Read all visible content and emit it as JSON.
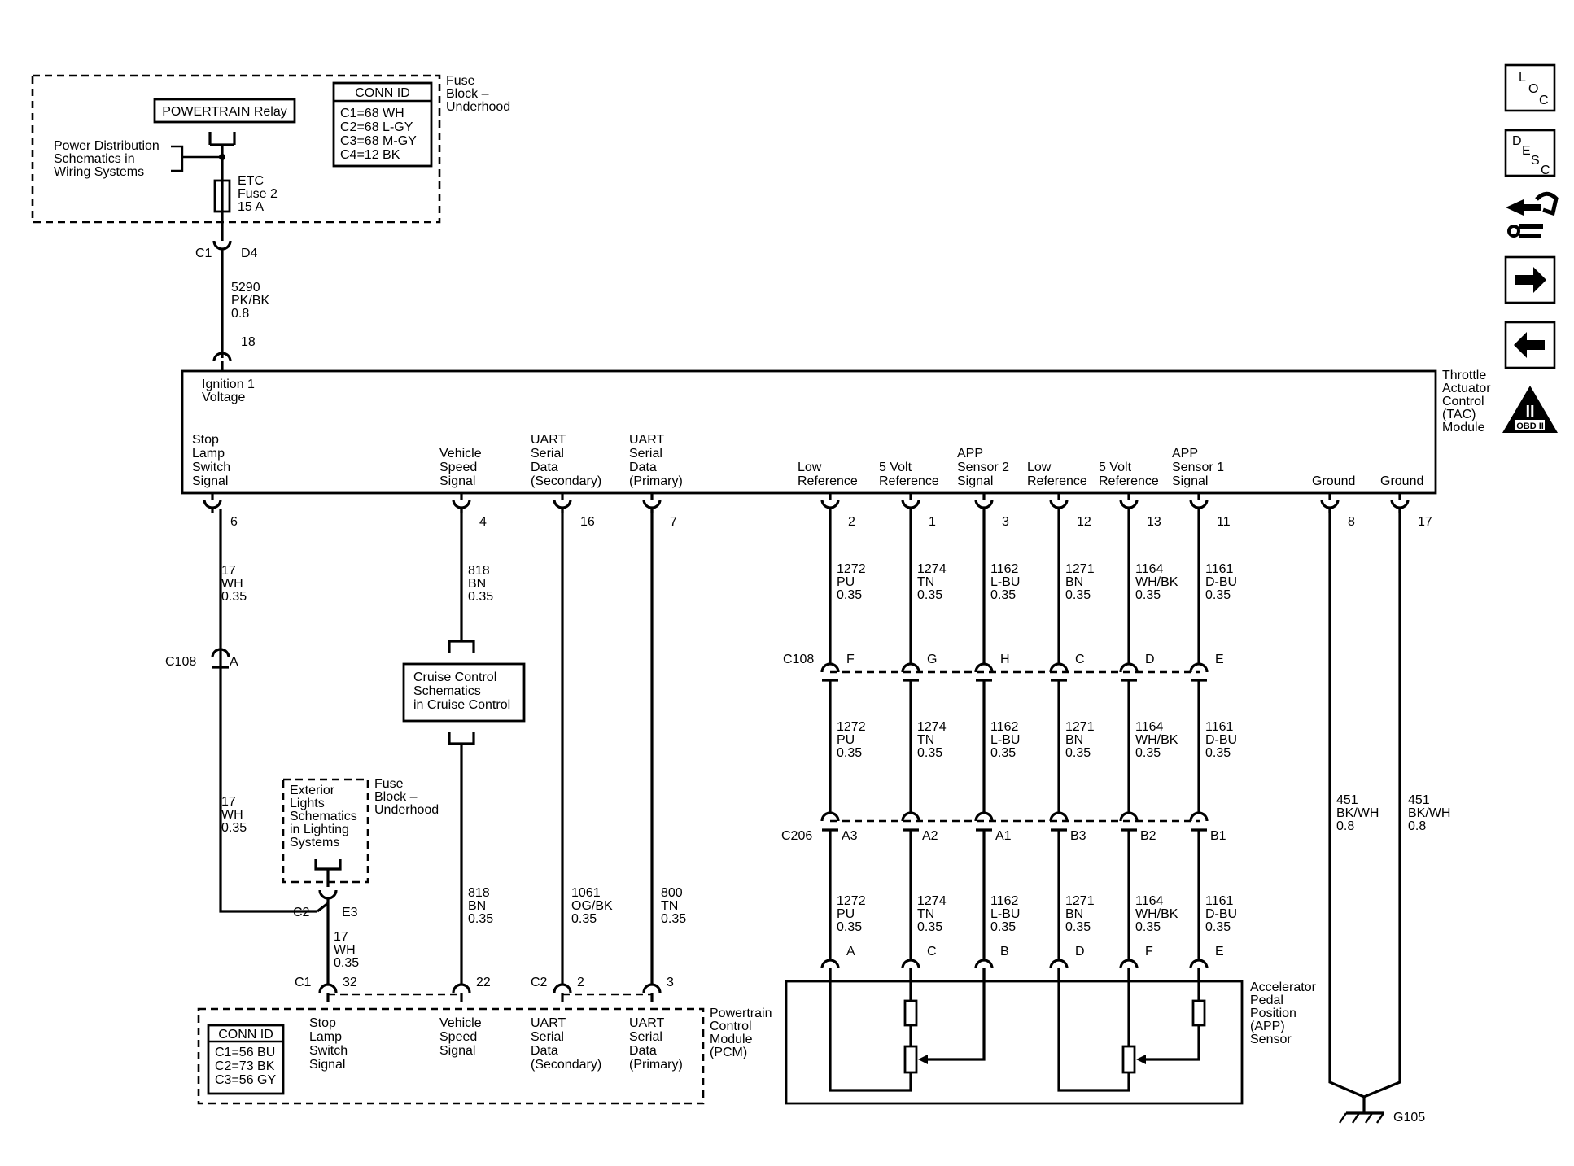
{
  "fuse_block_top": {
    "label": [
      "Fuse",
      "Block –",
      "Underhood"
    ],
    "relay": "POWERTRAIN Relay",
    "power_note": [
      "Power Distribution",
      "Schematics in",
      "Wiring Systems"
    ],
    "fuse": [
      "ETC",
      "Fuse 2",
      "15 A"
    ],
    "conn_id_title": "CONN ID",
    "conn_ids": [
      "C1=68 WH",
      "C2=68 L-GY",
      "C3=68 M-GY",
      "C4=12 BK"
    ]
  },
  "feed": {
    "conn": "C1",
    "pin": "D4",
    "wire": [
      "5290",
      "PK/BK",
      "0.8"
    ],
    "tac_pin": "18"
  },
  "tac": {
    "name": [
      "Throttle",
      "Actuator",
      "Control",
      "(TAC)",
      "Module"
    ],
    "ignition": [
      "Ignition 1",
      "Voltage"
    ],
    "terminals": [
      {
        "label": [
          "Stop",
          "Lamp",
          "Switch",
          "Signal"
        ],
        "pin": "6"
      },
      {
        "label": [
          "Vehicle",
          "Speed",
          "Signal"
        ],
        "pin": "4"
      },
      {
        "label": [
          "UART",
          "Serial",
          "Data",
          "(Secondary)"
        ],
        "pin": "16"
      },
      {
        "label": [
          "UART",
          "Serial",
          "Data",
          "(Primary)"
        ],
        "pin": "7"
      },
      {
        "label": [
          "Low",
          "Reference"
        ],
        "pin": "2"
      },
      {
        "label": [
          "5 Volt",
          "Reference"
        ],
        "pin": "1"
      },
      {
        "label": [
          "APP",
          "Sensor 2",
          "Signal"
        ],
        "pin": "3"
      },
      {
        "label": [
          "Low",
          "Reference"
        ],
        "pin": "12"
      },
      {
        "label": [
          "5 Volt",
          "Reference"
        ],
        "pin": "13"
      },
      {
        "label": [
          "APP",
          "Sensor 1",
          "Signal"
        ],
        "pin": "11"
      },
      {
        "label": [
          "Ground"
        ],
        "pin": "8"
      },
      {
        "label": [
          "Ground"
        ],
        "pin": "17"
      }
    ]
  },
  "left_wires": {
    "stop": {
      "w1": [
        "17",
        "WH",
        "0.35"
      ],
      "c108": "C108",
      "c108_pin": "A",
      "w2": [
        "17",
        "WH",
        "0.35"
      ],
      "c2": "C2",
      "e3": "E3",
      "w3": [
        "17",
        "WH",
        "0.35"
      ]
    },
    "speed": {
      "w1": [
        "818",
        "BN",
        "0.35"
      ],
      "cruise": [
        "Cruise Control",
        "Schematics",
        "in Cruise Control"
      ],
      "w2": [
        "818",
        "BN",
        "0.35"
      ]
    },
    "uart_sec": {
      "w": [
        "1061",
        "OG/BK",
        "0.35"
      ]
    },
    "uart_pri": {
      "w": [
        "800",
        "TN",
        "0.35"
      ]
    }
  },
  "ext_lights": {
    "box": [
      "Exterior",
      "Lights",
      "Schematics",
      "in Lighting",
      "Systems"
    ],
    "fuse": [
      "Fuse",
      "Block –",
      "Underhood"
    ]
  },
  "pcm": {
    "name": [
      "Powertrain",
      "Control",
      "Module",
      "(PCM)"
    ],
    "c1": "C1",
    "c2": "C2",
    "pins": [
      "32",
      "22",
      "2",
      "3"
    ],
    "labels": [
      [
        "Stop",
        "Lamp",
        "Switch",
        "Signal"
      ],
      [
        "Vehicle",
        "Speed",
        "Signal"
      ],
      [
        "UART",
        "Serial",
        "Data",
        "(Secondary)"
      ],
      [
        "UART",
        "Serial",
        "Data",
        "(Primary)"
      ]
    ],
    "conn_id_title": "CONN ID",
    "conn_ids": [
      "C1=56 BU",
      "C2=73 BK",
      "C3=56 GY"
    ]
  },
  "app_wires": [
    {
      "w": [
        "1272",
        "PU",
        "0.35"
      ],
      "c108": "F",
      "c206": "A3",
      "sensor": "A"
    },
    {
      "w": [
        "1274",
        "TN",
        "0.35"
      ],
      "c108": "G",
      "c206": "A2",
      "sensor": "C"
    },
    {
      "w": [
        "1162",
        "L-BU",
        "0.35"
      ],
      "c108": "H",
      "c206": "A1",
      "sensor": "B"
    },
    {
      "w": [
        "1271",
        "BN",
        "0.35"
      ],
      "c108": "C",
      "c206": "B3",
      "sensor": "D"
    },
    {
      "w": [
        "1164",
        "WH/BK",
        "0.35"
      ],
      "c108": "D",
      "c206": "B2",
      "sensor": "F"
    },
    {
      "w": [
        "1161",
        "D-BU",
        "0.35"
      ],
      "c108": "E",
      "c206": "B1",
      "sensor": "E"
    }
  ],
  "connectors": {
    "c108": "C108",
    "c206": "C206"
  },
  "app_sensor": {
    "name": [
      "Accelerator",
      "Pedal",
      "Position",
      "(APP)",
      "Sensor"
    ]
  },
  "ground": {
    "w1": [
      "451",
      "BK/WH",
      "0.8"
    ],
    "w2": [
      "451",
      "BK/WH",
      "0.8"
    ],
    "point": "G105"
  },
  "side_icons": {
    "loc": [
      "L",
      "O",
      "C"
    ],
    "desc": [
      "D",
      "E",
      "S",
      "C"
    ],
    "obd": [
      "II",
      "OBD II"
    ]
  }
}
